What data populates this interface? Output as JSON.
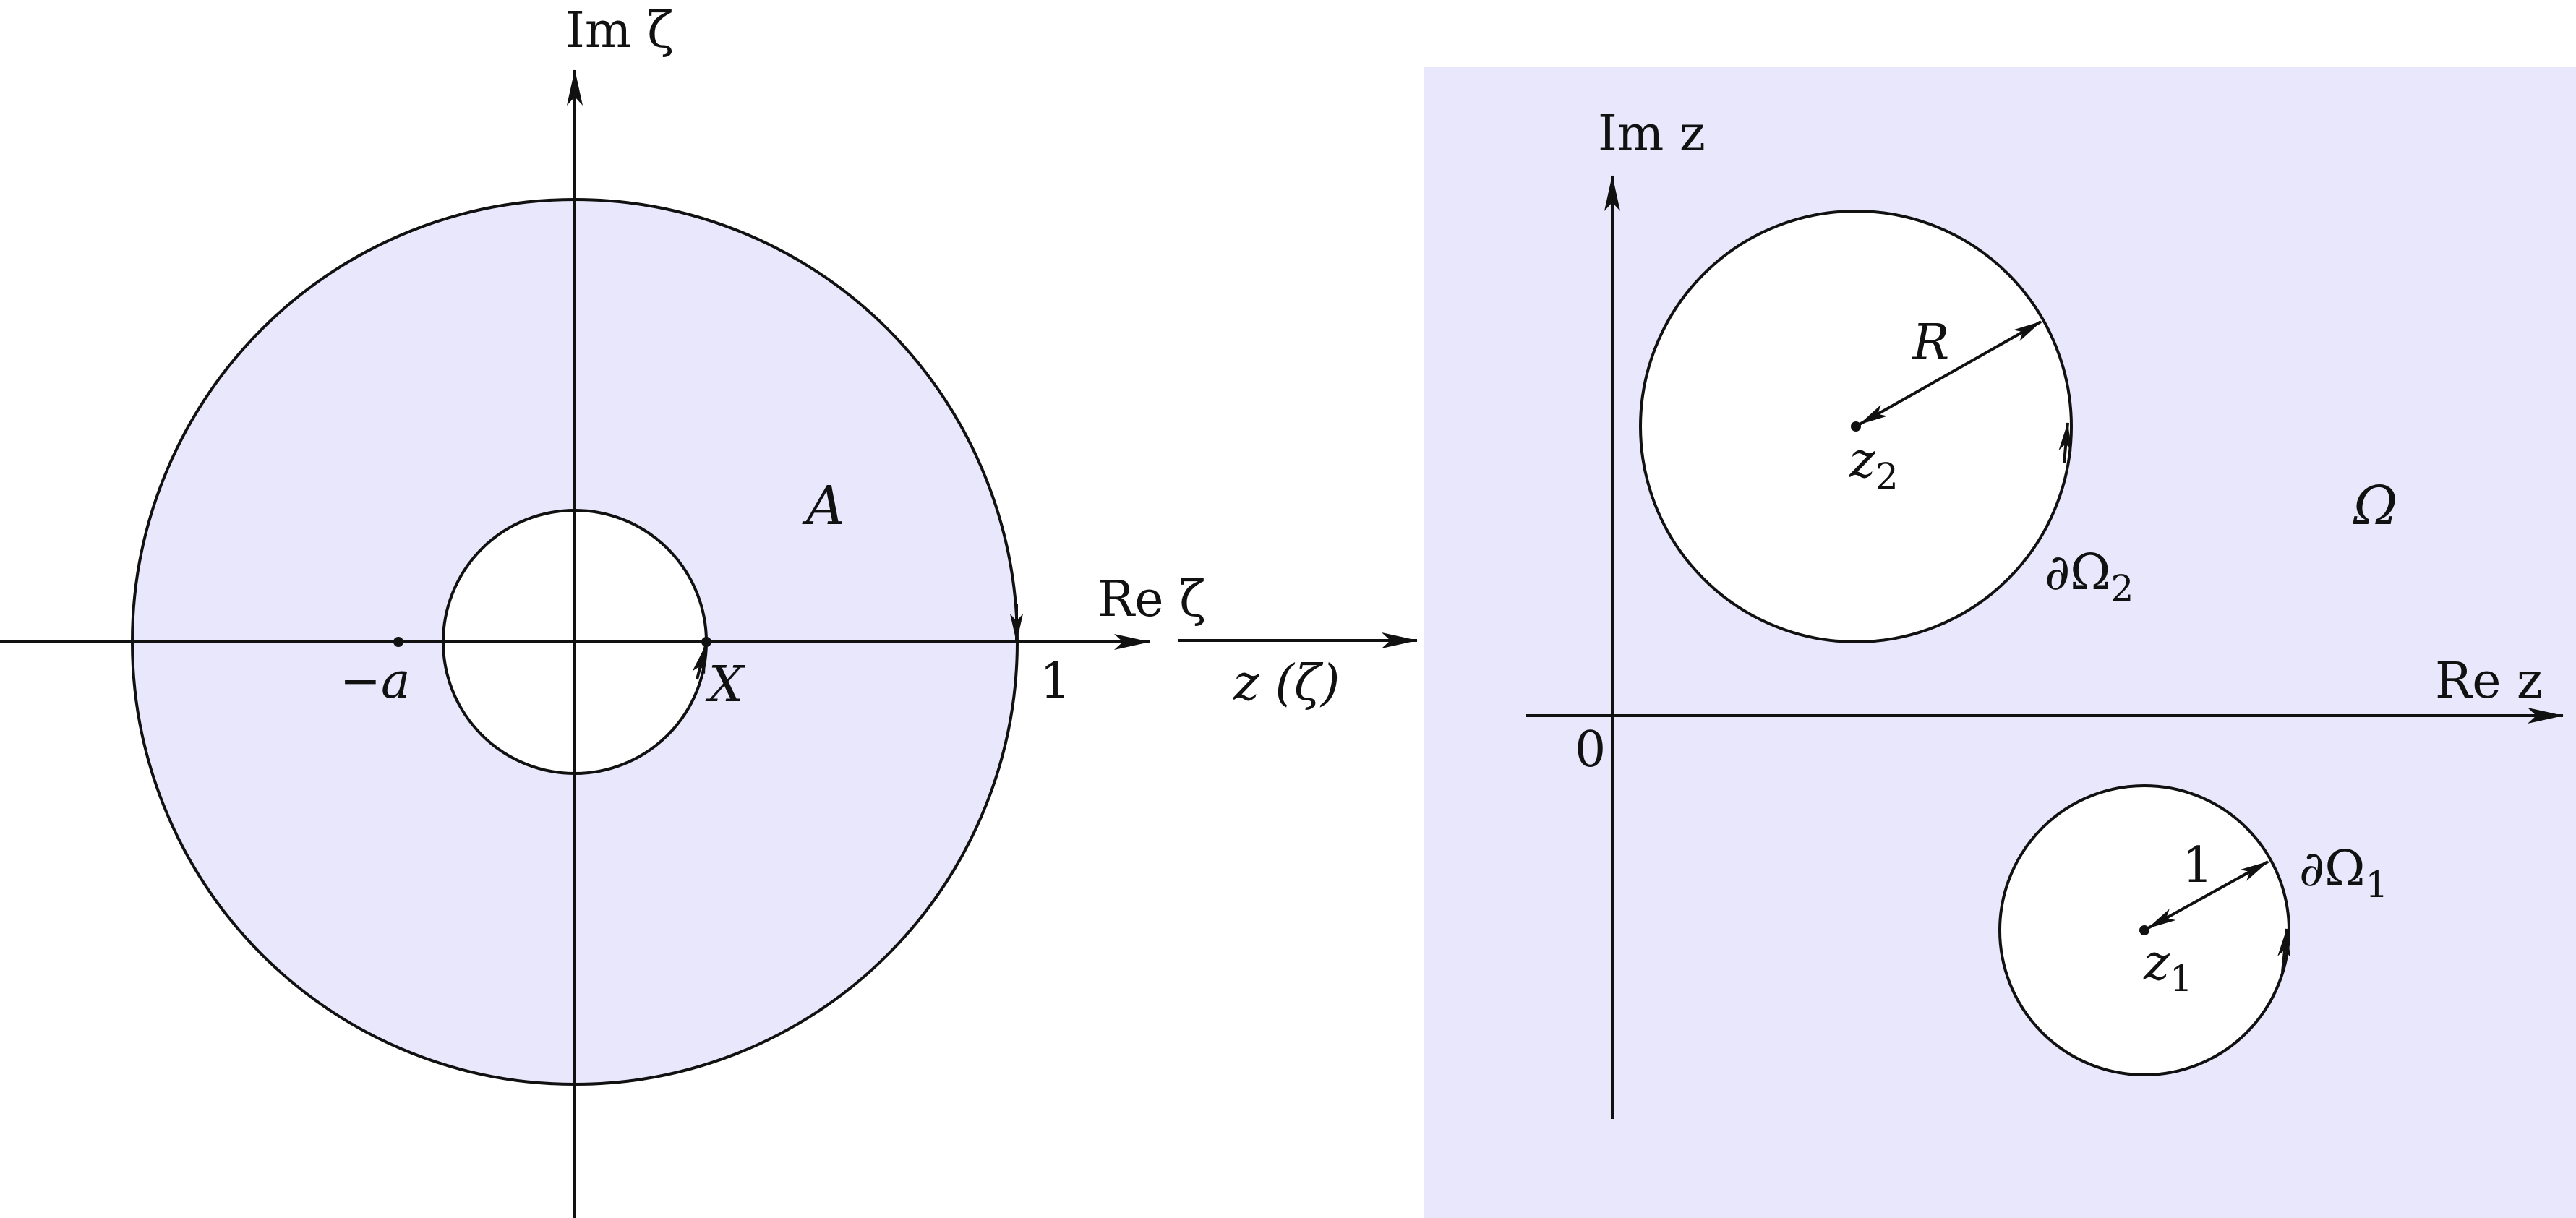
{
  "colors": {
    "region_fill": "#e8e7fb",
    "ink": "#111111",
    "background": "#ffffff"
  },
  "left_plane": {
    "axis_re": "Re ζ",
    "axis_im": "Im ζ",
    "region": "A",
    "point_minus_a": "−a",
    "point_X": "X",
    "tick_one": "1"
  },
  "mapping": {
    "label": "z (ζ)"
  },
  "right_plane": {
    "axis_re": "Re z",
    "axis_im": "Im z",
    "origin": "0",
    "region": "Ω",
    "circle_2": {
      "center": "z",
      "center_sub": "2",
      "radius": "R",
      "boundary": "∂Ω",
      "boundary_sub": "2"
    },
    "circle_1": {
      "center": "z",
      "center_sub": "1",
      "radius": "1",
      "boundary": "∂Ω",
      "boundary_sub": "1"
    }
  }
}
